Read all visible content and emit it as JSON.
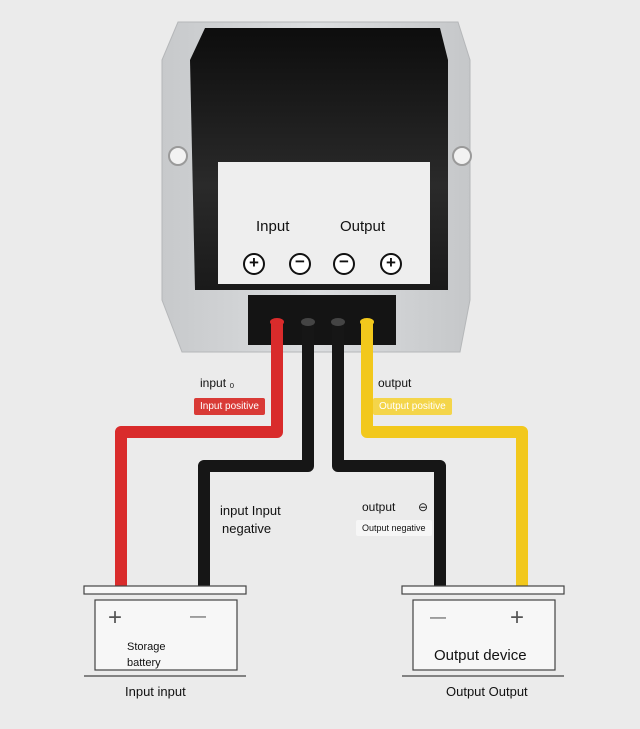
{
  "module": {
    "panel_input_label": "Input",
    "panel_output_label": "Output",
    "terminals": [
      "+",
      "−",
      "−",
      "+"
    ]
  },
  "wire_labels": {
    "input_positive_top": "input ₀",
    "input_positive_tag": "Input positive",
    "output_positive_top": "output",
    "output_positive_tag": "Output positive",
    "input_negative_line1": "input Input",
    "input_negative_line2": "negative",
    "output_negative_top": "output",
    "output_negative_symbol": "⊖",
    "output_negative_tag": "Output negative"
  },
  "battery": {
    "plus_sign": "+",
    "minus_sign": "—",
    "label_line1": "Storage",
    "label_line2": "battery",
    "caption": "Input input"
  },
  "output_device": {
    "minus_sign": "—",
    "plus_sign": "+",
    "label": "Output device",
    "caption": "Output Output"
  },
  "colors": {
    "background": "#ebebeb",
    "wire_red": "#d92b2b",
    "wire_black": "#161616",
    "wire_yellow": "#f2c81c",
    "housing": "#d2d4d6",
    "lid": "#151515"
  }
}
